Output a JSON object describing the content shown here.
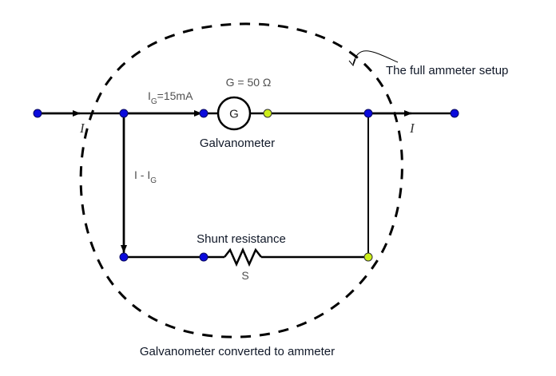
{
  "diagram": {
    "title": "Galvanometer converted to ammeter",
    "callout_label": "The full ammeter setup",
    "galvanometer": {
      "symbol": "G",
      "resistance_label": "G = 50 Ω",
      "name_label": "Galvanometer",
      "current_label_main": "I",
      "current_label_sub": "G",
      "current_label_value": "=15mA"
    },
    "shunt": {
      "name_label": "Shunt resistance",
      "symbol": "S"
    },
    "branch_current": {
      "main": "I - I",
      "sub": "G"
    },
    "input_current": "I",
    "output_current": "I",
    "colors": {
      "node_blue": "#0a0adc",
      "node_green": "#ccee1a",
      "wire": "#000000"
    }
  }
}
